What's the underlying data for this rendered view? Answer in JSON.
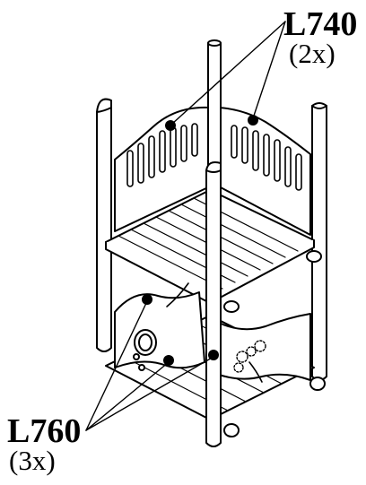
{
  "callouts": {
    "top": {
      "code": "L740",
      "qty": "(2x)"
    },
    "bottom": {
      "code": "L760",
      "qty": "(3x)"
    }
  },
  "colors": {
    "line": "#000000",
    "paper": "#ffffff",
    "marker": "#000000"
  }
}
